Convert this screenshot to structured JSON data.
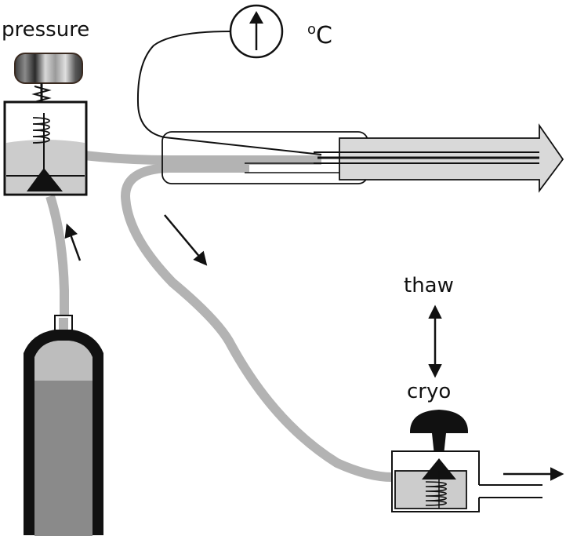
{
  "labels": {
    "pressure": "pressure",
    "temperature_unit_superscript": "o",
    "temperature_unit_letter": "C",
    "thaw": "thaw",
    "cryo": "cryo"
  },
  "colors": {
    "line": "#111111",
    "tube": "#b3b3b3",
    "chamber": "#cccccc",
    "tank_liquid": "#8a8a8a",
    "tank_gas": "#bdbdbd",
    "probe_tip": "#d9d9d9",
    "knob_dark": "#3a3a3a",
    "knob_light": "#d0d0d0"
  },
  "icons": [
    "gauge-icon",
    "pressure-knob-icon",
    "regulator-spring-icon",
    "gas-tank-icon",
    "flow-arrow-icon",
    "double-arrow-icon",
    "cryo-valve-icon",
    "exhaust-arrow-icon"
  ]
}
